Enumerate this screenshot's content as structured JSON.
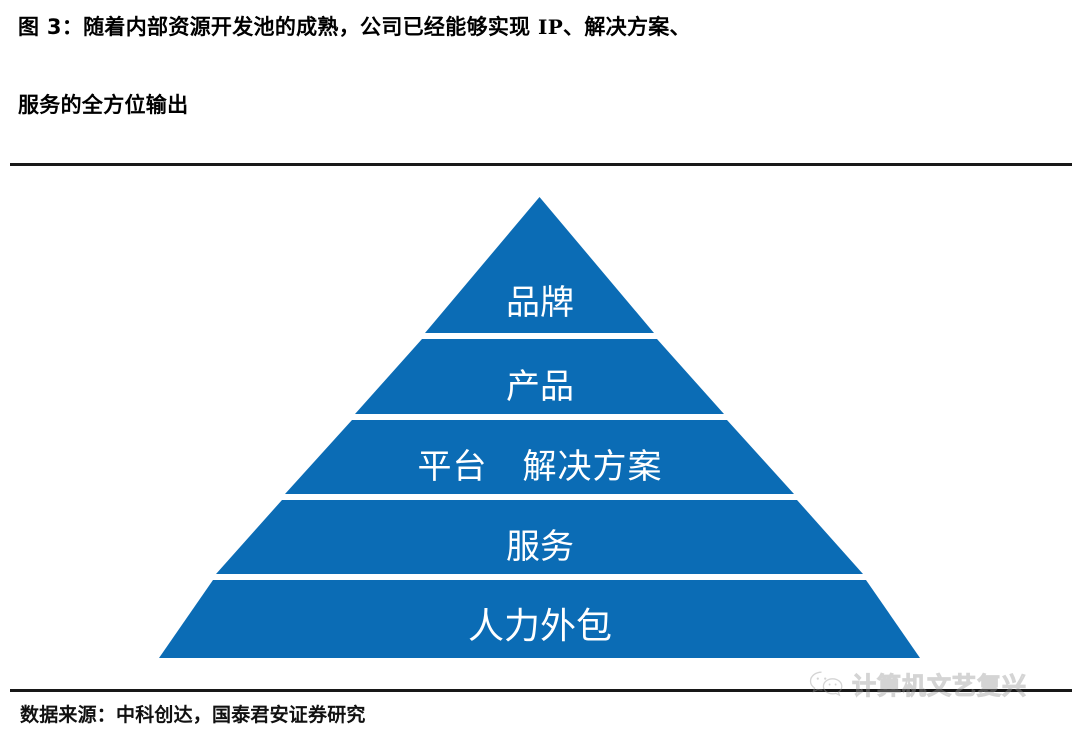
{
  "figure": {
    "title_line_1_prefix": "图 3：随着内部资源开发池的成熟，公司已经能够实现 ",
    "title_latin": "IP",
    "title_line_1_suffix": "、解决方案、",
    "title_line_2": "服务的全方位输出",
    "source": "数据来源：中科创达，国泰君安证券研究"
  },
  "watermark": {
    "text": "计算机文艺复兴",
    "icon": "wechat-icon"
  },
  "chart_data": {
    "type": "pyramid",
    "title": "图 3：随着内部资源开发池的成熟，公司已经能够实现 IP、解决方案、服务的全方位输出",
    "xlabel": "",
    "ylabel": "",
    "legend": "none",
    "grid": false,
    "accent_color": "#0B6CB5",
    "divider_color": "#FFFFFF",
    "categories": [
      "品牌",
      "产品",
      "平台　解决方案",
      "服务",
      "人力外包"
    ],
    "values": [
      1,
      2,
      3,
      4,
      5
    ],
    "levels": [
      {
        "index": 0,
        "label": "品牌",
        "rank": "top",
        "width_fraction": 0.3
      },
      {
        "index": 1,
        "label": "产品",
        "rank": "2",
        "width_fraction": 0.48
      },
      {
        "index": 2,
        "label": "平台　解决方案",
        "rank": "3",
        "width_fraction": 0.65
      },
      {
        "index": 3,
        "label": "服务",
        "rank": "4",
        "width_fraction": 0.83
      },
      {
        "index": 4,
        "label": "人力外包",
        "rank": "base",
        "width_fraction": 1.0
      }
    ]
  }
}
